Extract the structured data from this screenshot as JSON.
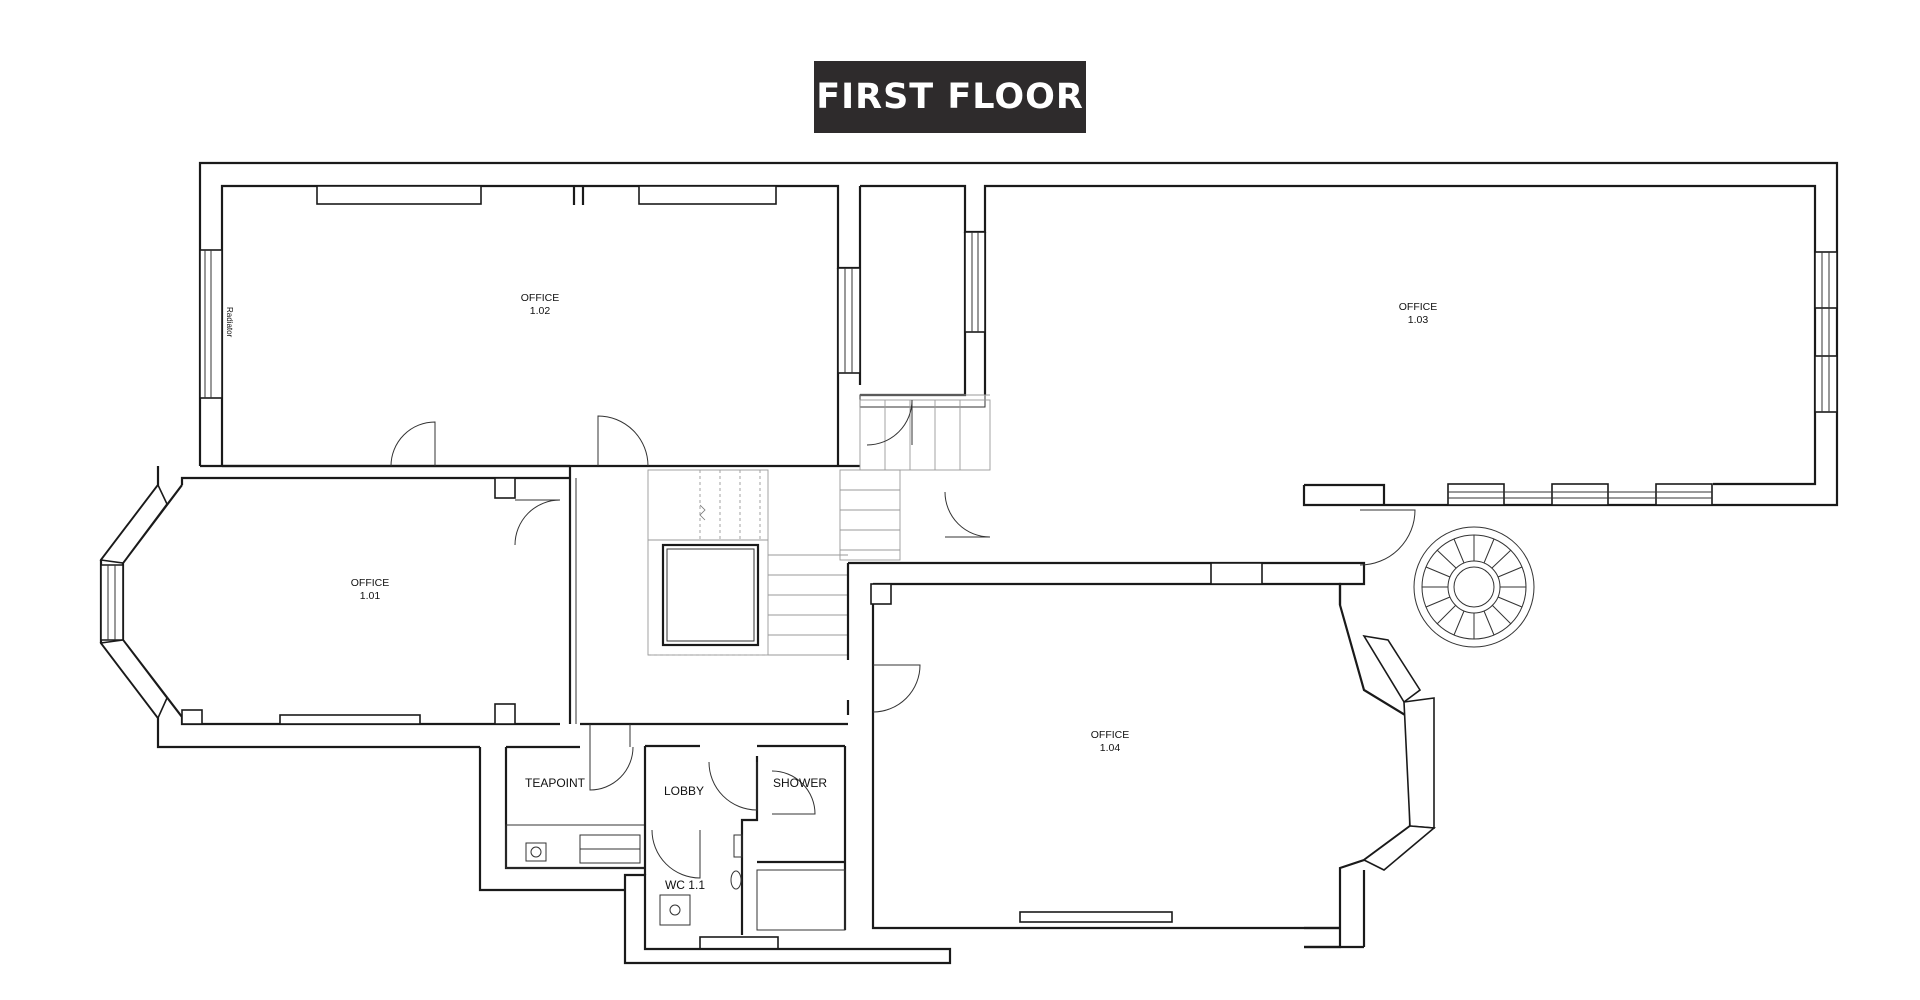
{
  "title": "FIRST FLOOR",
  "rooms": {
    "office_102": {
      "name": "OFFICE",
      "number": "1.02"
    },
    "office_103": {
      "name": "OFFICE",
      "number": "1.03"
    },
    "office_101": {
      "name": "OFFICE",
      "number": "1.01"
    },
    "office_104": {
      "name": "OFFICE",
      "number": "1.04"
    },
    "teapoint": {
      "name": "TEAPOINT"
    },
    "lobby": {
      "name": "LOBBY"
    },
    "shower": {
      "name": "SHOWER"
    },
    "wc": {
      "name": "WC 1.1"
    }
  },
  "annotations": {
    "radiator": "Radiator"
  }
}
